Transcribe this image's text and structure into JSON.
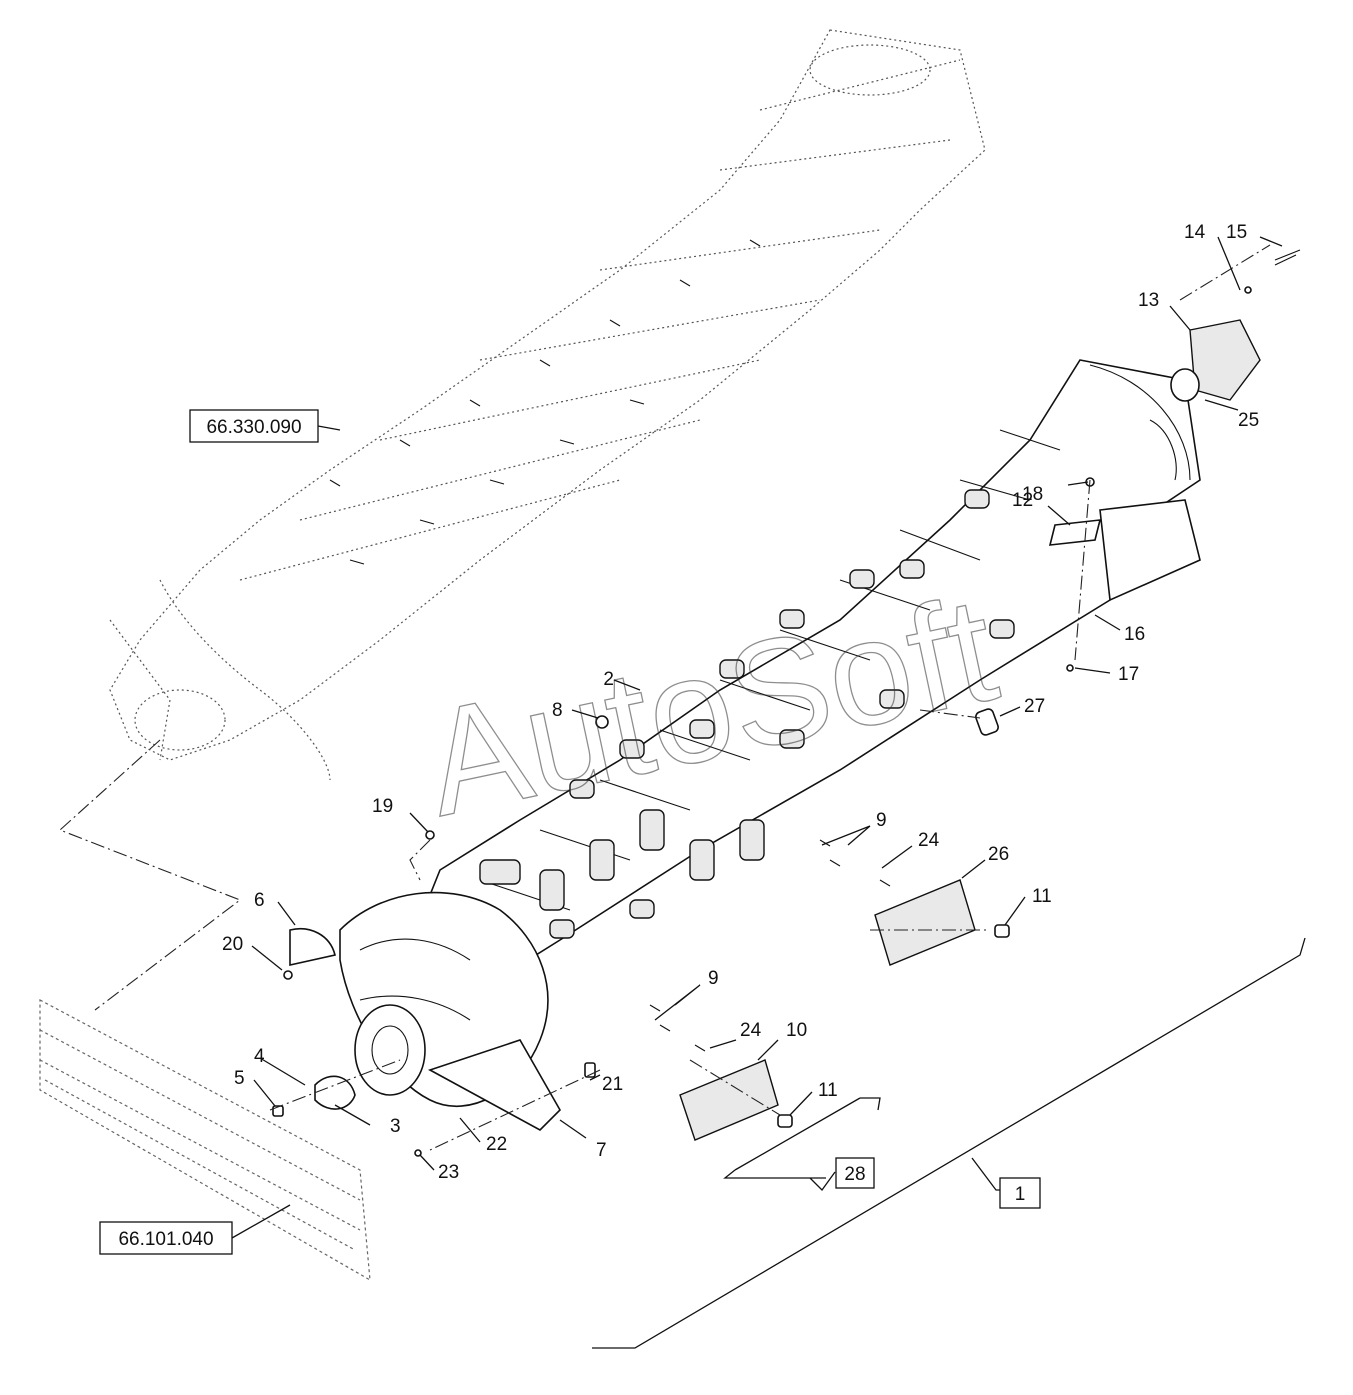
{
  "refs": {
    "rotor_ghost": "66.330.090",
    "frame_ghost": "66.101.040",
    "kit_28": "28",
    "assembly_1": "1"
  },
  "callouts": [
    "1",
    "2",
    "3",
    "4",
    "5",
    "6",
    "7",
    "8",
    "9",
    "9",
    "10",
    "11",
    "11",
    "12",
    "13",
    "14",
    "15",
    "16",
    "17",
    "18",
    "19",
    "20",
    "21",
    "22",
    "23",
    "24",
    "24",
    "25",
    "26",
    "27",
    "28"
  ],
  "watermark": "AutoSoft",
  "colors": {
    "line": "#111111",
    "ghost": "#555555",
    "fill": "#e9e9e9"
  }
}
